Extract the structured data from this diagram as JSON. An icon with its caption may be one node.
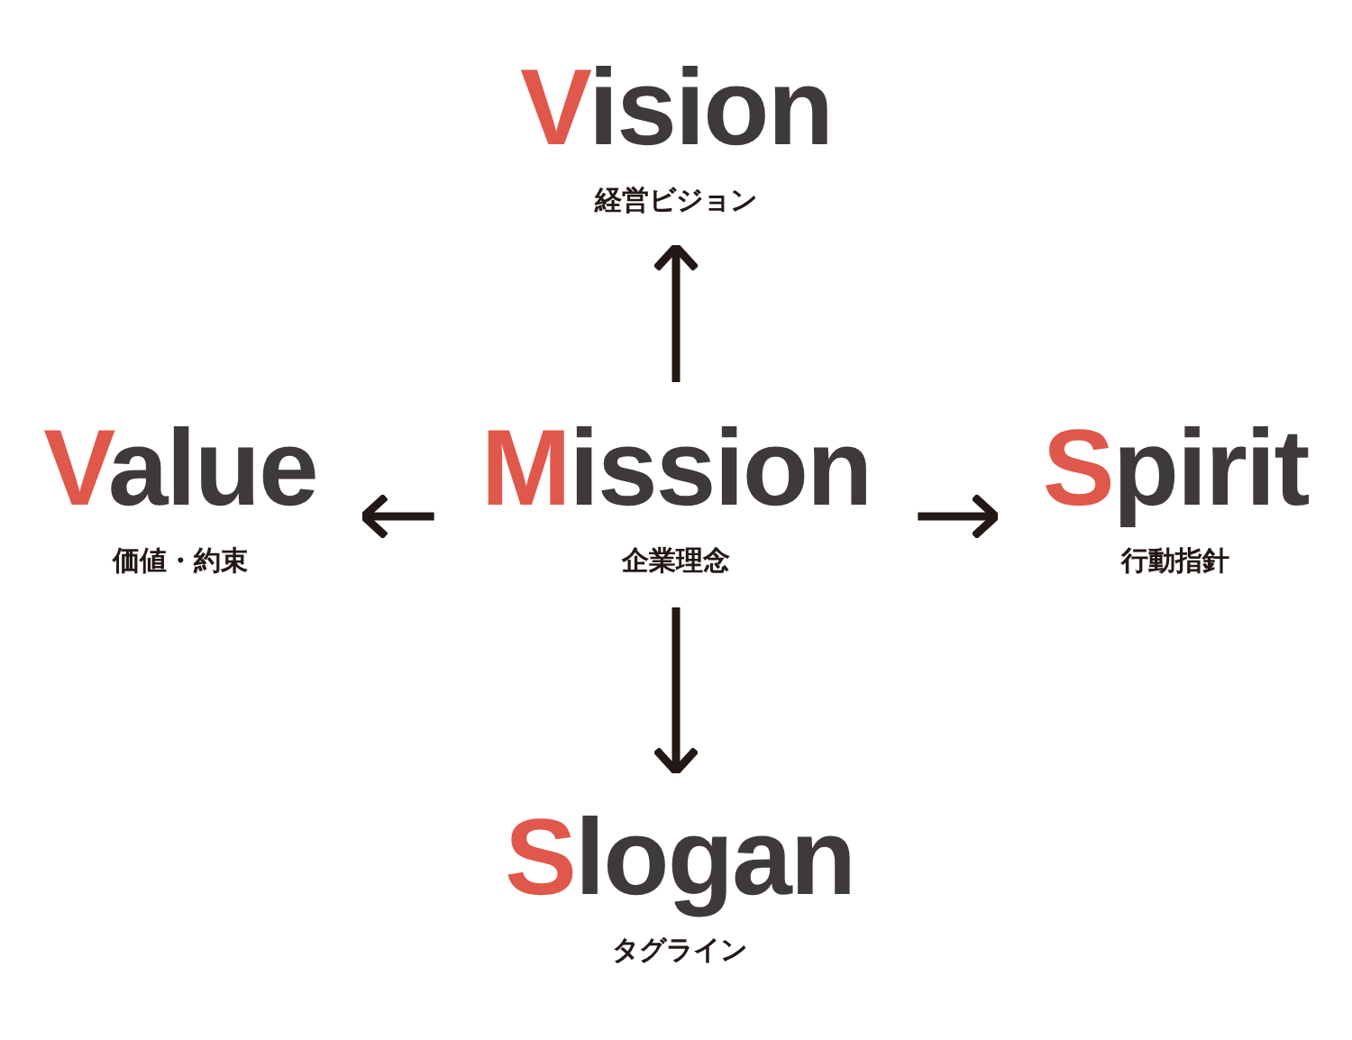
{
  "diagram": {
    "nodes": [
      {
        "text": [
          "Vision",
          "経営ビジョン"
        ]
      },
      {
        "text": [
          "Value",
          "価値・約束"
        ]
      },
      {
        "text": [
          "Mission",
          "企業理念"
        ]
      },
      {
        "text": [
          "Spirit",
          "行動指針"
        ]
      },
      {
        "text": [
          "Slogan",
          "タグライン"
        ]
      }
    ],
    "edges": [
      {
        "from": 2,
        "to": 0,
        "arrow": "to"
      },
      {
        "from": 2,
        "to": 1,
        "arrow": "to"
      },
      {
        "from": 2,
        "to": 3,
        "arrow": "to"
      },
      {
        "from": 2,
        "to": 4,
        "arrow": "to"
      }
    ]
  }
}
